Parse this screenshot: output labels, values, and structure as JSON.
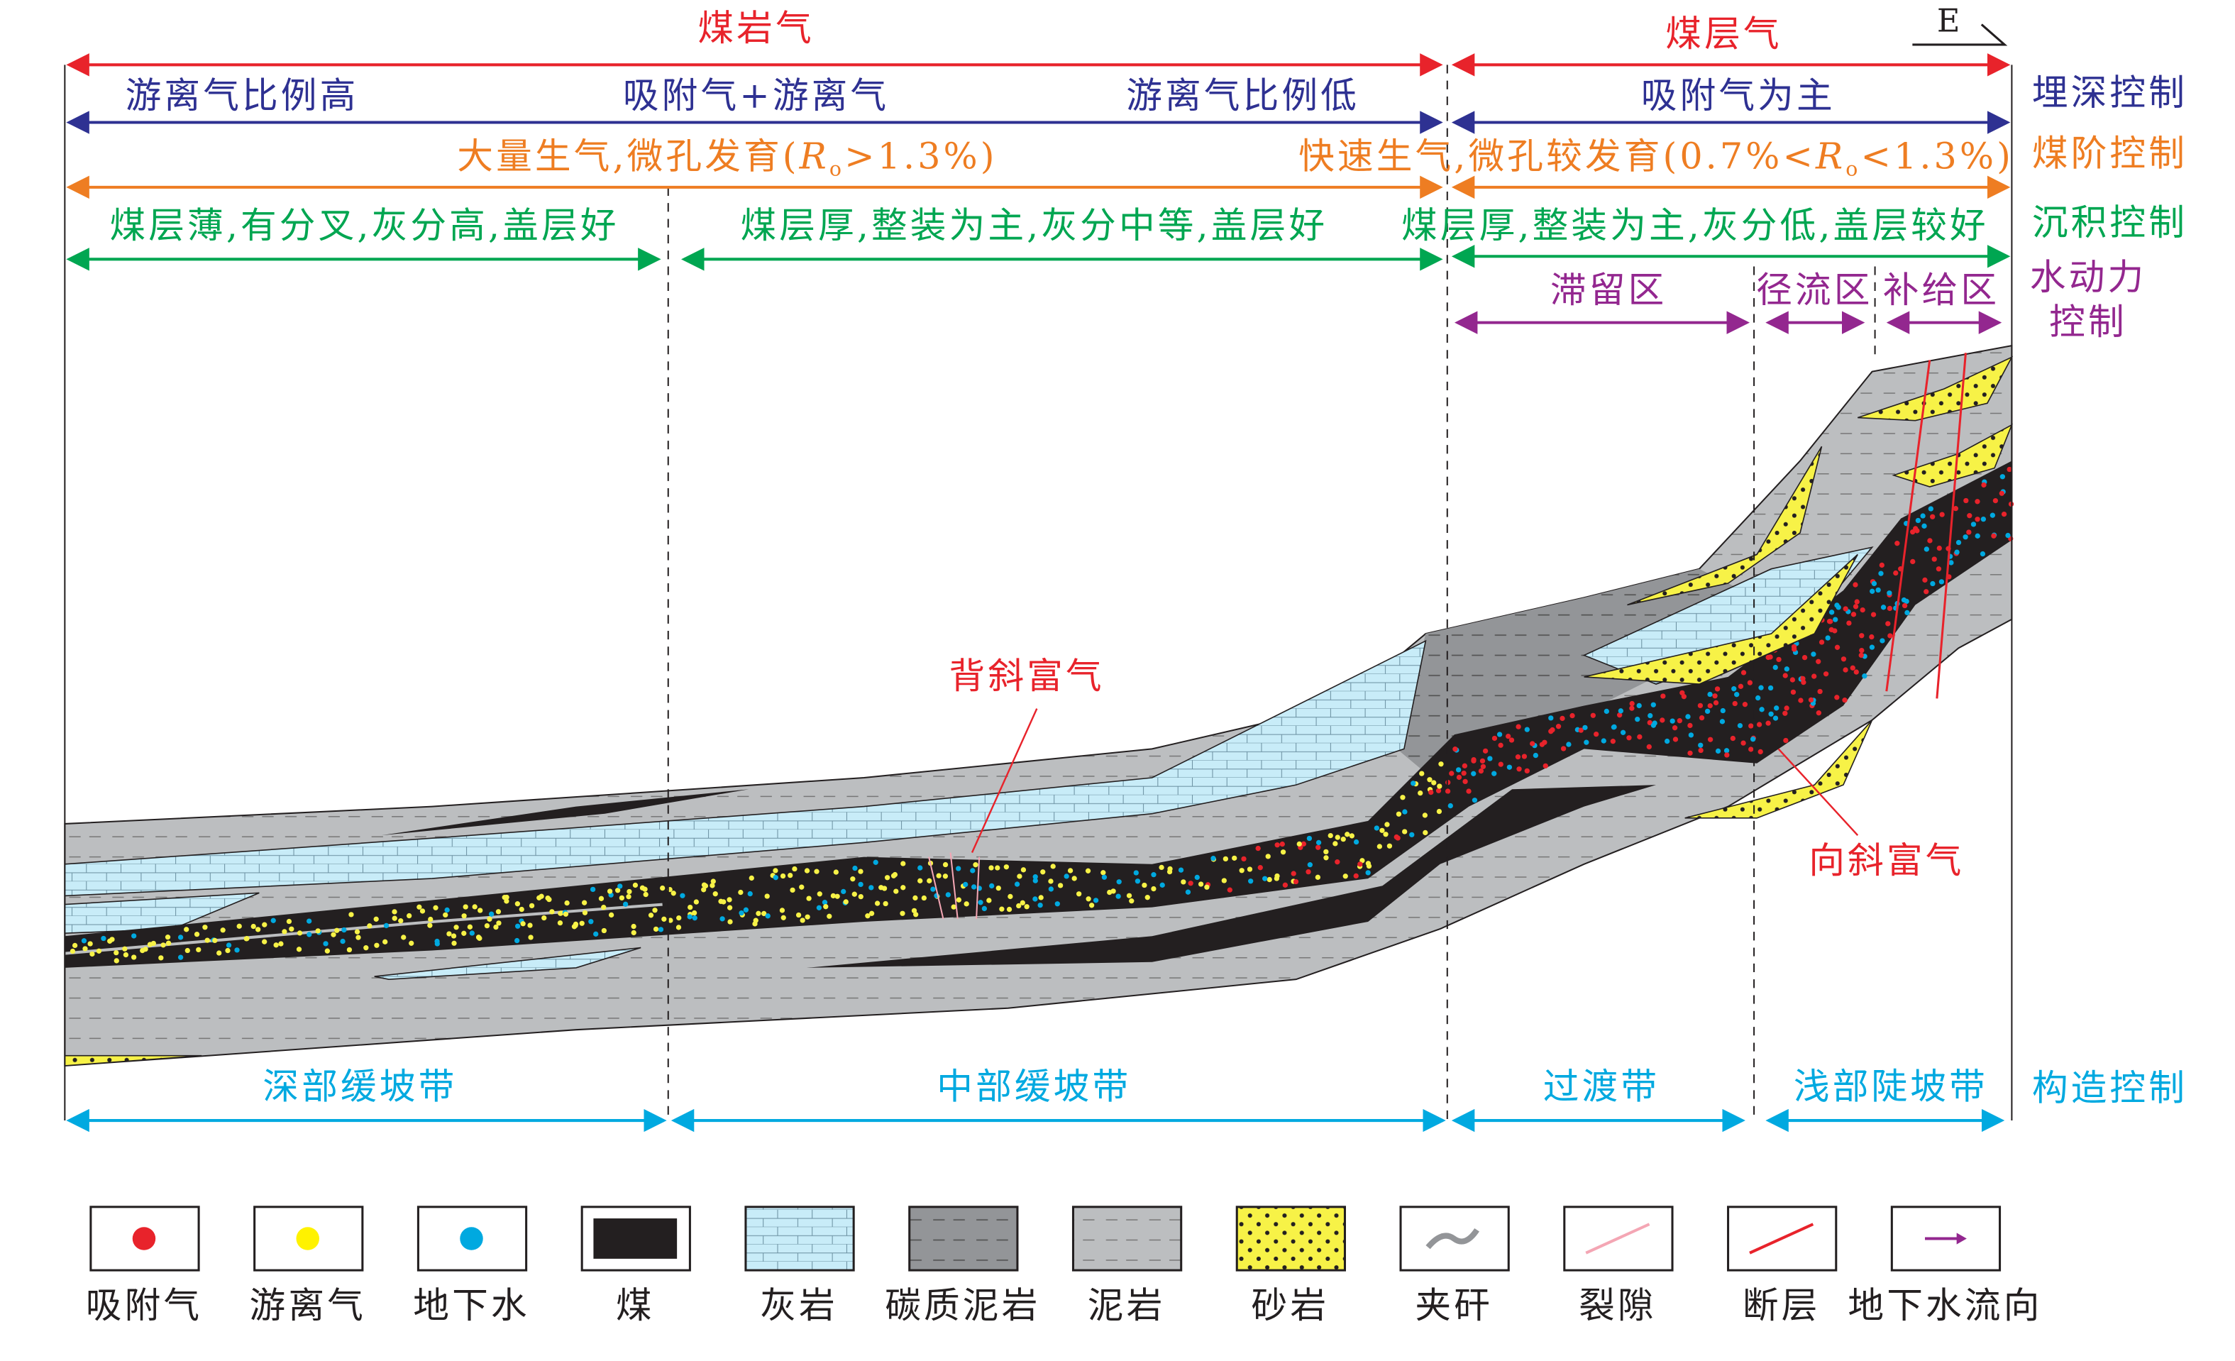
{
  "colors": {
    "red": "#e8232b",
    "blue": "#2e3192",
    "orange": "#ee7d22",
    "green": "#00a651",
    "purple": "#93278f",
    "cyan": "#00a9e0",
    "coal": "#231f20",
    "limestone": "#c8ecf8",
    "mudstone": "#bcbec0",
    "carb": "#939598",
    "sand": "#f7f247"
  },
  "header": {
    "coal_rock_gas": "煤岩气",
    "coalbed_gas": "煤层气",
    "north": "E"
  },
  "burial": {
    "left": "游离气比例高",
    "mid": "吸附气+游离气",
    "right": "游离气比例低",
    "cbm": "吸附气为主",
    "label": "埋深控制"
  },
  "rank": {
    "left_pre": "大量生气,微孔发育(",
    "R": "R",
    "o": "o",
    "left_post": ">1.3%)",
    "right_pre": "快速生气,微孔较发育(0.7%<",
    "right_post": "<1.3%)",
    "label": "煤阶控制"
  },
  "sedim": {
    "a": "煤层薄,有分叉,灰分高,盖层好",
    "b": "煤层厚,整装为主,灰分中等,盖层好",
    "c": "煤层厚,整装为主,灰分低,盖层较好",
    "label": "沉积控制"
  },
  "hydro": {
    "stagnant": "滞留区",
    "runoff": "径流区",
    "recharge": "补给区",
    "label1": "水动力",
    "label2": "控制"
  },
  "struct": {
    "deep": "深部缓坡带",
    "middle": "中部缓坡带",
    "transition": "过渡带",
    "shallow": "浅部陡坡带",
    "label": "构造控制"
  },
  "annotations": {
    "anticline": "背斜富气",
    "syncline": "向斜富气"
  },
  "legend": [
    "吸附气",
    "游离气",
    "地下水",
    "煤",
    "灰岩",
    "碳质泥岩",
    "泥岩",
    "砂岩",
    "夹矸",
    "裂隙",
    "断层",
    "地下水流向"
  ]
}
